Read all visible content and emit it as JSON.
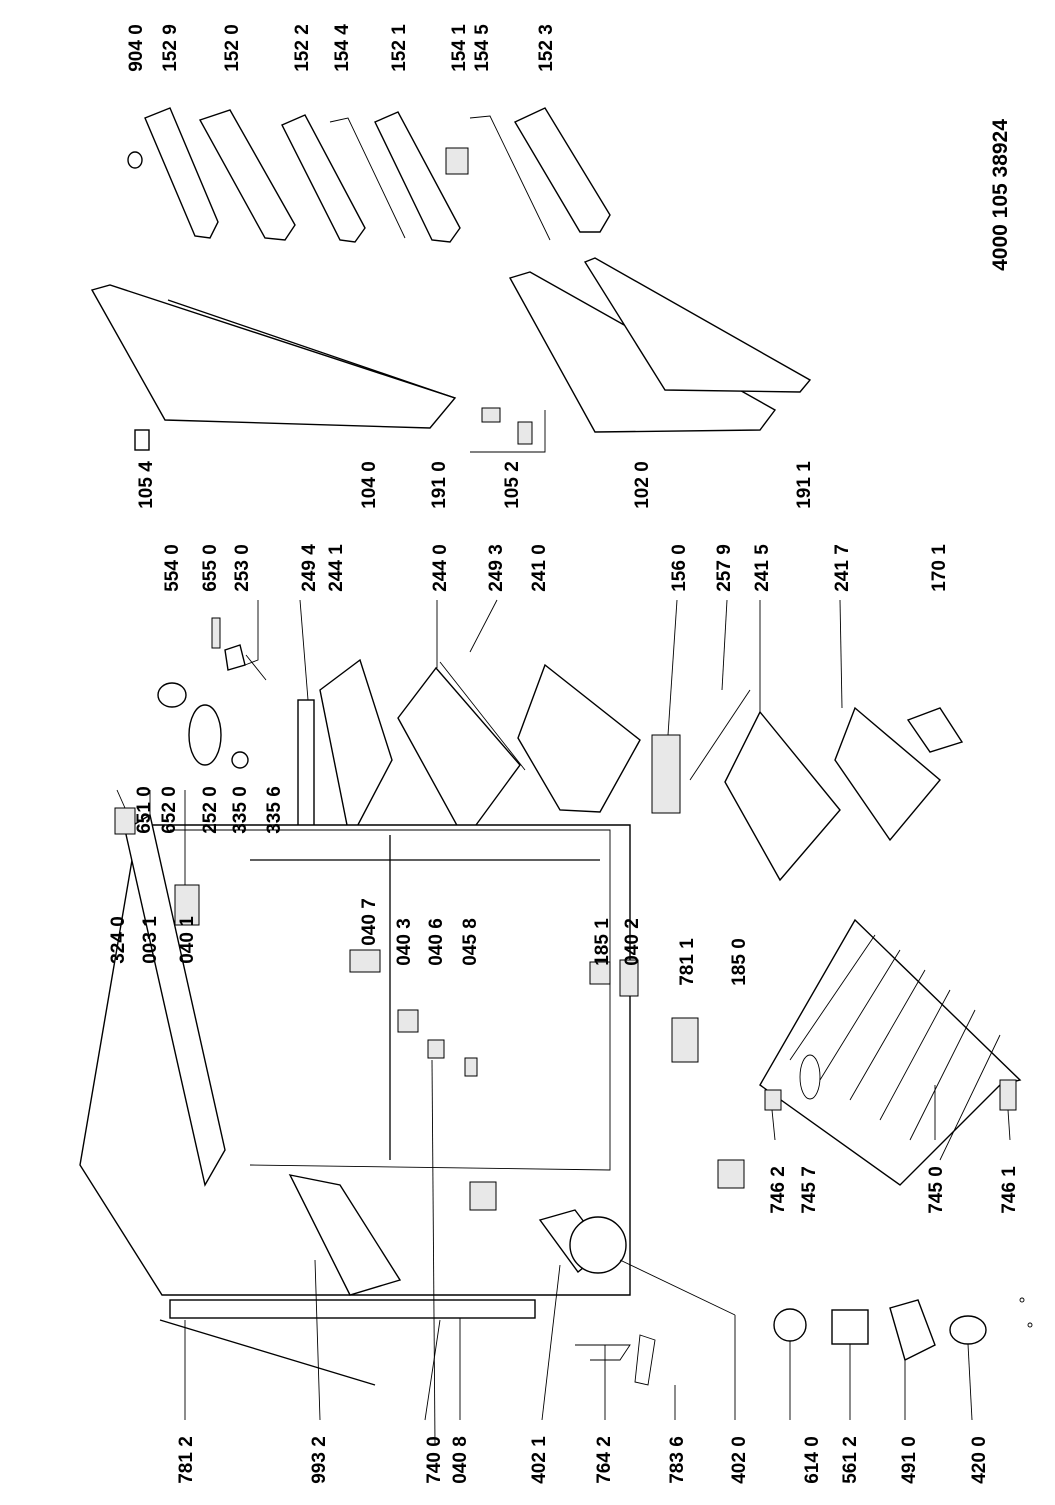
{
  "document_number": "4000 105 38924",
  "labels": {
    "p9040": "904 0",
    "p1529": "152 9",
    "p1520": "152 0",
    "p1522": "152 2",
    "p1544": "154 4",
    "p1521": "152 1",
    "p1541": "154 1",
    "p1545": "154 5",
    "p1523": "152 3",
    "p1054": "105 4",
    "p1040": "104 0",
    "p1910": "191 0",
    "p1052": "105 2",
    "p1020": "102 0",
    "p1911": "191 1",
    "p5540": "554 0",
    "p6550": "655 0",
    "p2530": "253 0",
    "p2494": "249 4",
    "p2441": "244 1",
    "p2440": "244 0",
    "p2493": "249 3",
    "p2410": "241 0",
    "p1560": "156 0",
    "p2579": "257 9",
    "p2415": "241 5",
    "p2417": "241 7",
    "p1701": "170 1",
    "p6510": "651 0",
    "p6520": "652 0",
    "p2520": "252 0",
    "p3350": "335 0",
    "p3356": "335 6",
    "p3240": "324 0",
    "p0031": "003 1",
    "p0401": "040 1",
    "p0407": "040 7",
    "p0403": "040 3",
    "p0406": "040 6",
    "p0458": "045 8",
    "p1851": "185 1",
    "p0402": "040 2",
    "p7811": "781 1",
    "p1850": "185 0",
    "p7462": "746 2",
    "p7457": "745 7",
    "p7450": "745 0",
    "p7461": "746 1",
    "p7812": "781 2",
    "p9932": "993 2",
    "p7400": "740 0",
    "p0408": "040 8",
    "p4021": "402 1",
    "p7642": "764 2",
    "p7836": "783 6",
    "p4020": "402 0",
    "p6140": "614 0",
    "p5612": "561 2",
    "p4910": "491 0",
    "p4200": "420 0"
  }
}
